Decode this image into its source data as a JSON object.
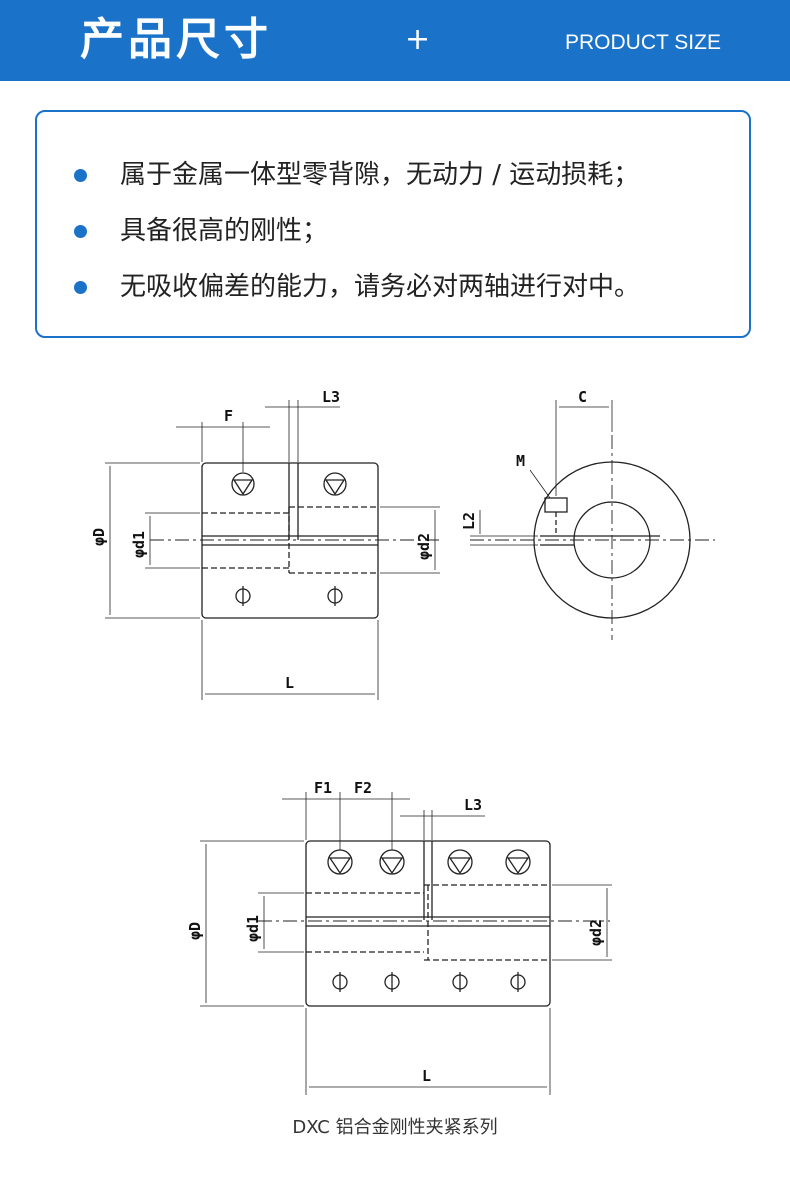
{
  "header": {
    "title_cn": "产品尺寸",
    "plus": "+",
    "title_en": "PRODUCT SIZE",
    "color": "#1a72c9"
  },
  "features": [
    "属于金属一体型零背隙，无动力 / 运动损耗；",
    "具备很高的刚性；",
    "无吸收偏差的能力，请务必对两轴进行对中。"
  ],
  "diagram1": {
    "labels": {
      "F": "F",
      "L3": "L3",
      "D": "φD",
      "d1": "φd1",
      "d2": "φd2",
      "L": "L",
      "C": "C",
      "M": "M",
      "L2": "L2"
    }
  },
  "diagram2": {
    "labels": {
      "F1": "F1",
      "F2": "F2",
      "L3": "L3",
      "D": "φD",
      "d1": "φd1",
      "d2": "φd2",
      "L": "L"
    }
  },
  "caption": "DXC 铝合金刚性夹紧系列"
}
